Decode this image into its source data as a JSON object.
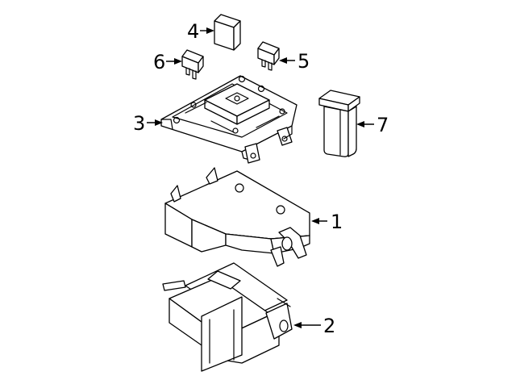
{
  "callouts": [
    {
      "id": "1",
      "label": "1",
      "part": "fuse-relay-box-cover"
    },
    {
      "id": "2",
      "label": "2",
      "part": "fuse-relay-box-lower-housing"
    },
    {
      "id": "3",
      "label": "3",
      "part": "relay-mounting-bracket"
    },
    {
      "id": "4",
      "label": "4",
      "part": "relay"
    },
    {
      "id": "5",
      "label": "5",
      "part": "blade-fuse"
    },
    {
      "id": "6",
      "label": "6",
      "part": "mini-blade-fuse"
    },
    {
      "id": "7",
      "label": "7",
      "part": "cartridge-fuse"
    }
  ],
  "colors": {
    "line": "#000000",
    "background": "#ffffff"
  }
}
